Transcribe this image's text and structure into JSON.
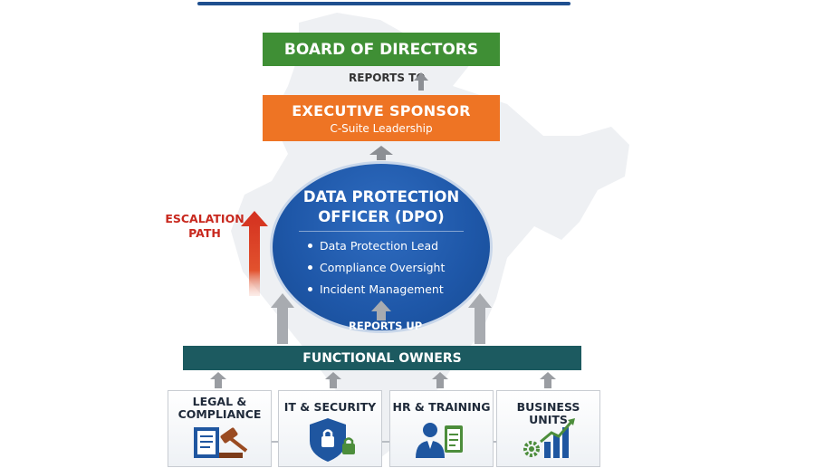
{
  "title_fragment": "",
  "board": {
    "label": "BOARD OF DIRECTORS",
    "color": "#3f8f35"
  },
  "reports_to": "REPORTS TO",
  "executive": {
    "label": "EXECUTIVE SPONSOR",
    "sublabel": "C-Suite Leadership",
    "color": "#ee7424"
  },
  "dpo": {
    "title_line1": "DATA PROTECTION",
    "title_line2": "OFFICER (DPO)",
    "bullets": [
      "Data Protection Lead",
      "Compliance Oversight",
      "Incident Management"
    ],
    "reports_up": "REPORTS UP",
    "color": "#1e57a8"
  },
  "escalation": {
    "line1": "ESCALATION",
    "line2": "PATH",
    "color": "#c8281e"
  },
  "functional": {
    "label": "FUNCTIONAL OWNERS",
    "color": "#1c5a60"
  },
  "units": [
    {
      "line1": "LEGAL &",
      "line2": "COMPLIANCE",
      "icon": "gavel-icon"
    },
    {
      "line1": "IT & SECURITY",
      "line2": "",
      "icon": "shield-lock-icon"
    },
    {
      "line1": "HR & TRAINING",
      "line2": "",
      "icon": "person-clipboard-icon"
    },
    {
      "line1": "BUSINESS UNITS",
      "line2": "",
      "icon": "chart-gear-icon"
    }
  ]
}
